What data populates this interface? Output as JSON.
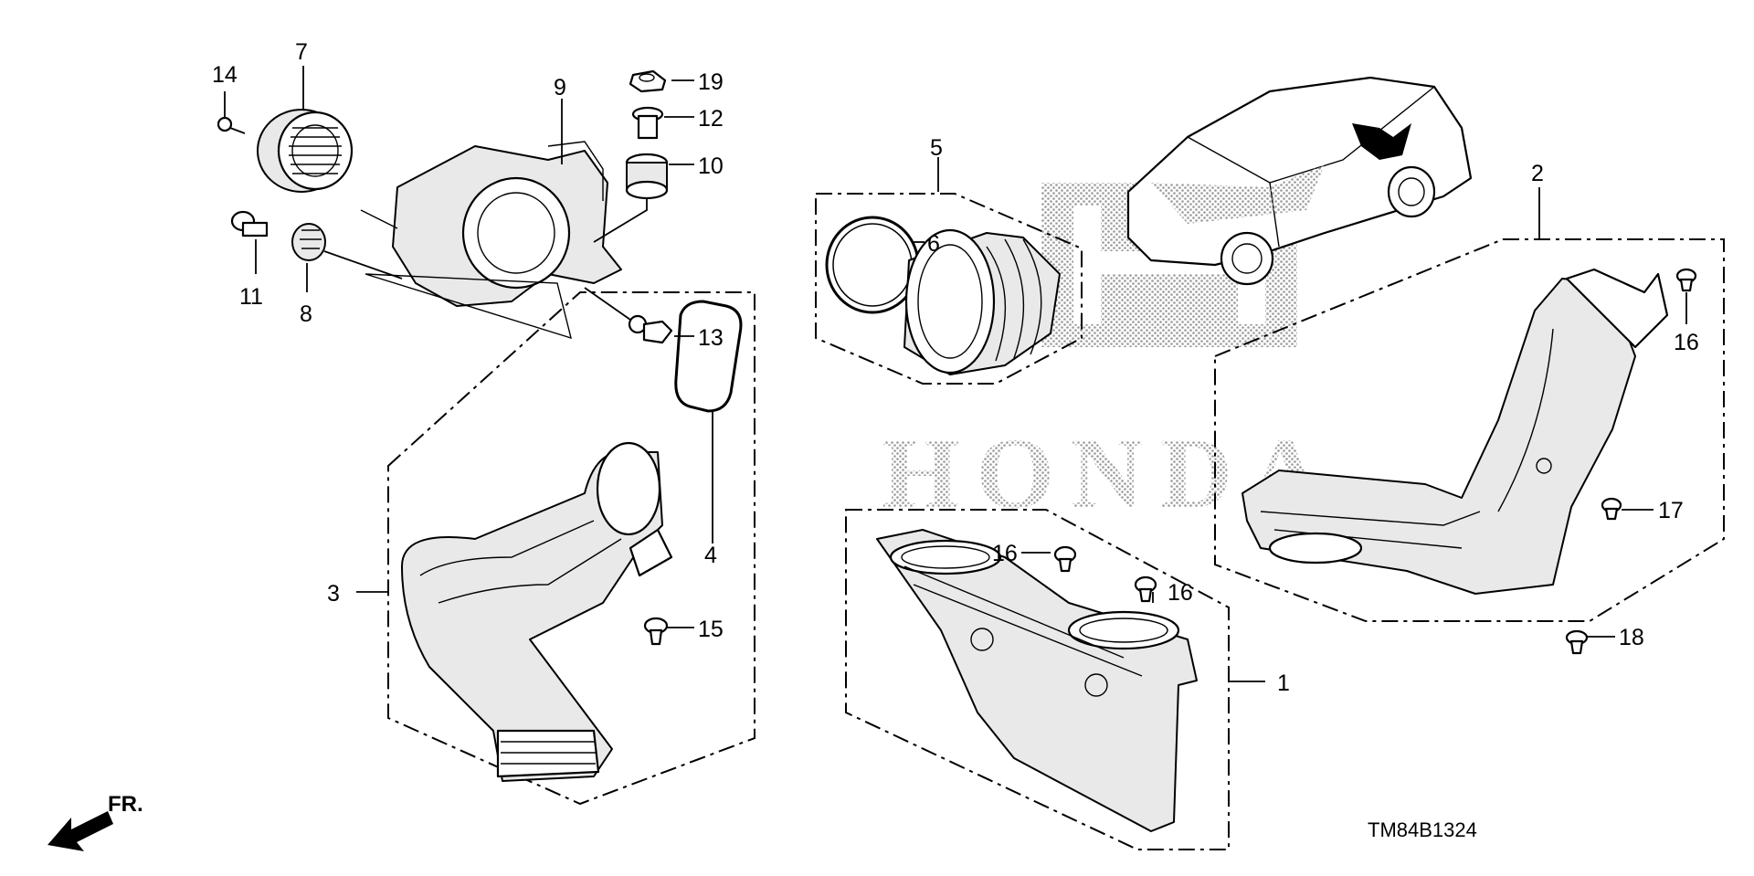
{
  "watermark": {
    "brand": "HONDA"
  },
  "diagram_code": "TM84B1324",
  "front_indicator": {
    "label": "FR."
  },
  "callouts": {
    "c1": "1",
    "c2": "2",
    "c3": "3",
    "c4": "4",
    "c5": "5",
    "c6": "6",
    "c7": "7",
    "c8": "8",
    "c9": "9",
    "c10": "10",
    "c11": "11",
    "c12": "12",
    "c13": "13",
    "c14": "14",
    "c15": "15",
    "c16a": "16",
    "c16b": "16",
    "c16c": "16",
    "c17": "17",
    "c18": "18",
    "c19": "19"
  },
  "icons": [
    "honda-logo-watermark",
    "car-location-icon",
    "front-arrow-icon"
  ]
}
